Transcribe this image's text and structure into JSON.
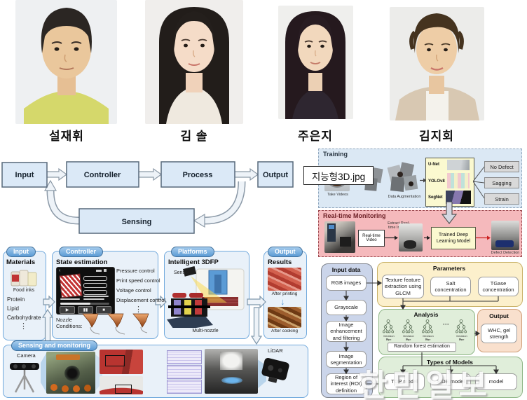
{
  "portraits": {
    "names": [
      "설재휘",
      "김 솔",
      "주은지",
      "김지회"
    ]
  },
  "loop": {
    "input": "Input",
    "controller": "Controller",
    "process": "Process",
    "output": "Output",
    "sensing": "Sensing"
  },
  "tooltip": {
    "filename": "지능형3D.jpg"
  },
  "training": {
    "title": "Training",
    "take_videos": "Take Videos",
    "augmentation": "Data Augmentation",
    "models": [
      "U-Net",
      "YOLOv8",
      "SegNet"
    ],
    "classes": [
      "No Defect",
      "Sagging",
      "Strain"
    ]
  },
  "monitoring": {
    "title": "Real-time Monitoring",
    "video_box": "Real-time Video",
    "extract_label": "Extract Real-time Images",
    "model_box": "Trained Deep Learning Model",
    "detection_caption": "Defect Detection"
  },
  "pipeline": {
    "input": {
      "tab": "Input",
      "heading": "Materials",
      "food_caption": "Food inks",
      "items": [
        "Protein",
        "Lipid",
        "Carbohydrate"
      ],
      "ellipsis": "⋮"
    },
    "controller": {
      "tab": "Controller",
      "heading": "State estimation",
      "controls": [
        "Pressure control",
        "Print speed control",
        "Voltage control",
        "Displacement control"
      ],
      "ellipsis": "⋮",
      "nozzle_label": "Nozzle Conditions:",
      "player": {
        "play": "▶",
        "pause": "▮▮",
        "stop": "■"
      }
    },
    "platforms": {
      "tab": "Platforms",
      "heading": "Intelligent 3DFP",
      "sensor": "Sensor",
      "caption": "Multi-nozzle"
    },
    "output": {
      "tab": "Output",
      "heading": "Results",
      "caption1": "After printing",
      "arrow": "↓",
      "caption2": "After cooking"
    },
    "sensing": {
      "tab": "Sensing and monitoring",
      "camera": "Camera",
      "lidar": "LiDAR"
    }
  },
  "rf": {
    "input_data": {
      "title": "Input data",
      "steps": [
        "RGB images",
        "Grayscale",
        "Image enhancement and filtering",
        "Image segmentation",
        "Region of interest (ROI) definition"
      ]
    },
    "parameters": {
      "title": "Parameters",
      "boxes": [
        "Texture feature extraction using GLCM",
        "Salt concentration",
        "TGase concentration"
      ]
    },
    "analysis": {
      "title": "Analysis",
      "tree_label": "Decision tree",
      "dots": "···",
      "p_labels": [
        "P₁",
        "P₂",
        "P₃",
        "Pₙ"
      ],
      "estimator": "Random forest estimation"
    },
    "output": {
      "title": "Output",
      "box": "WHC, gel strength"
    },
    "models": {
      "title": "Types of Models",
      "boxes": [
        "TOP model",
        "SIDE model",
        "model"
      ]
    }
  },
  "watermark": "한민일보",
  "colors": {
    "tab_blue": "#5b9bd5",
    "panel_border": "#6fa8dc",
    "training_bg": "#dbe8f4",
    "monitoring_bg": "#f5b9bc",
    "parameters_bg": "#fcf0cc",
    "analysis_bg": "#e0eeda",
    "rf_output_bg": "#f9e0cd",
    "input_data_bg": "#cbd5ea",
    "model_yellow": "#fbf9d0"
  }
}
